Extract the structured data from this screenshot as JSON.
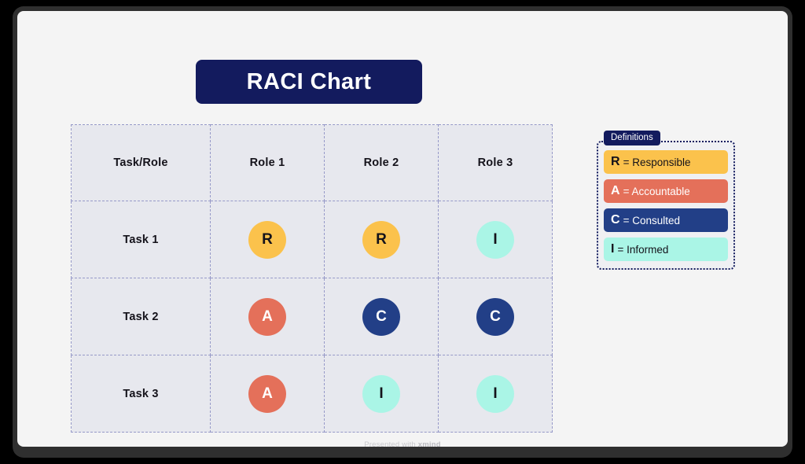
{
  "title": {
    "text": "RACI Chart"
  },
  "chart_data": {
    "type": "table",
    "title": "RACI Chart",
    "columns": [
      "Task/Role",
      "Role 1",
      "Role 2",
      "Role 3"
    ],
    "rows": [
      {
        "task": "Task 1",
        "assignments": [
          "R",
          "R",
          "I"
        ]
      },
      {
        "task": "Task 2",
        "assignments": [
          "A",
          "C",
          "C"
        ]
      },
      {
        "task": "Task 3",
        "assignments": [
          "A",
          "I",
          "I"
        ]
      }
    ]
  },
  "definitions": {
    "tab_label": "Definitions",
    "items": [
      {
        "key": "R",
        "text": "= Responsible",
        "color": "#fbc24c"
      },
      {
        "key": "A",
        "text": "= Accountable",
        "color": "#e4705a"
      },
      {
        "key": "C",
        "text": "= Consulted",
        "color": "#223f87"
      },
      {
        "key": "I",
        "text": "= Informed",
        "color": "#aaf5e6"
      }
    ]
  },
  "footer": {
    "prefix": "Presented with",
    "brand": "xmind"
  }
}
